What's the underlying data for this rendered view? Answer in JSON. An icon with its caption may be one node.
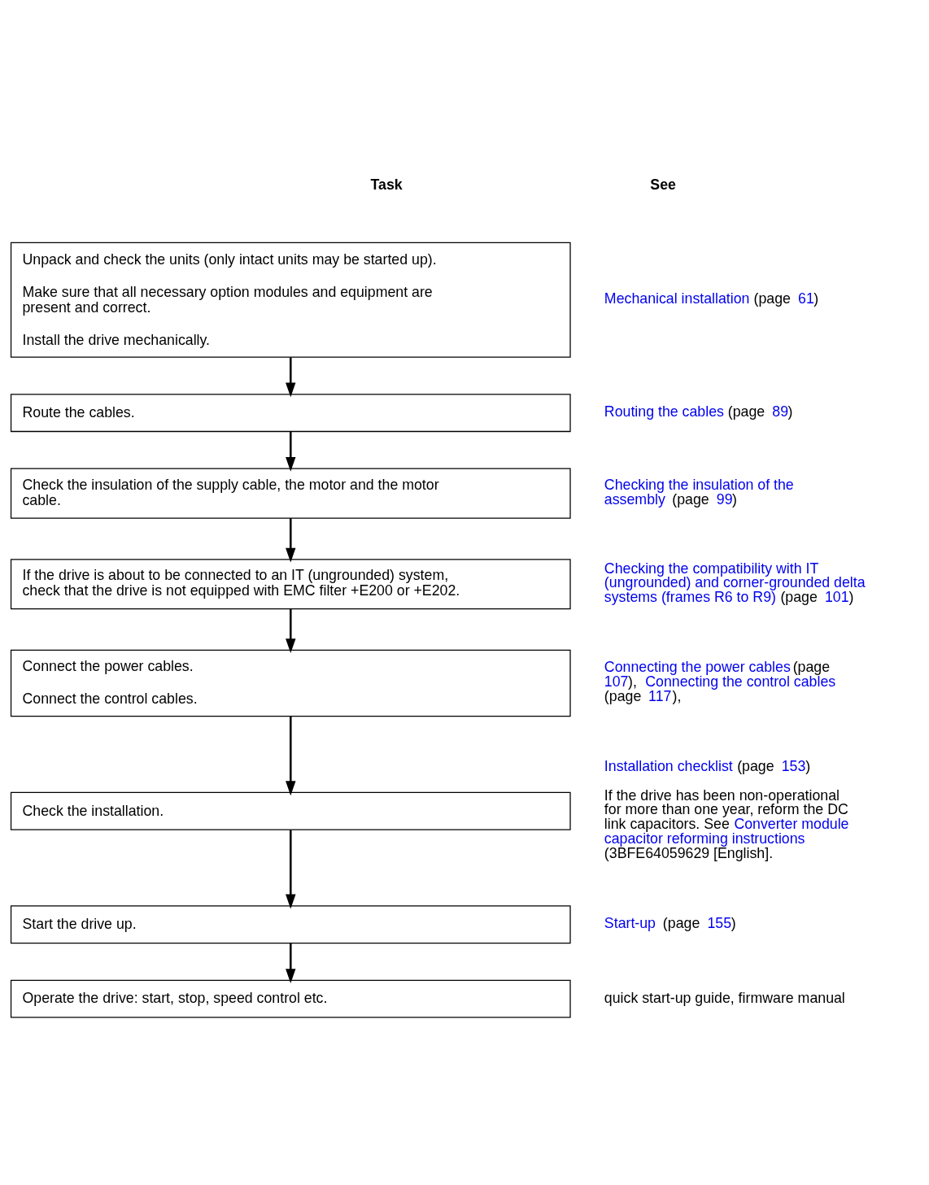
{
  "diagram": {
    "nodes": [
      {
        "text": [
          "Unpack and check the units (only intact units may be started up).",
          "Make sure that all necessary option modules and equipment are present and correct.",
          "Install the drive mechanically."
        ],
        "beside": [
          "*Mechanical installation* (page *61*)"
        ]
      },
      {
        "text": [
          "Route the cables."
        ],
        "beside": [
          "*Routing the cables* (page *89*)"
        ]
      },
      {
        "text": [
          "Check the insulation of the supply cable, the motor and the motor cable."
        ],
        "beside": [
          "*Checking the insulation of the assembly* (page *99*)"
        ]
      },
      {
        "text": [
          "If the drive is about to be connected to an IT (ungrounded) system, check that the drive is not equipped with EMC filter +E200 or +E202."
        ],
        "beside": [
          "*Checking the compatibility with IT (ungrounded) and corner-grounded delta systems (frames R6 to R9)* (page *101*)"
        ]
      },
      {
        "text": [
          "Connect the power cables.",
          "Connect the control cables."
        ],
        "beside": [
          "*Connecting the power cables* (page *107*), *Connecting the control cables* (page *117*),"
        ]
      },
      {
        "text": [
          "Check the installation."
        ],
        "beside": [
          "*Installation checklist* (page *153*)",
          "If the drive has been non-operational for more than one year, reform the DC link capacitors. See *Converter module capacitor reforming instructions* (3BFE64059629 [English]."
        ]
      },
      {
        "text": [
          "Start the drive up."
        ],
        "beside": [
          "*Start-up* (page *155*)"
        ]
      },
      {
        "text": [
          "Operate the drive: start, stop, speed control etc."
        ],
        "beside": [
          "quick start-up guide, firmware manual"
        ]
      }
    ],
    "edges": [
      {
        "from": 0,
        "to": 1,
        "arrow": "to"
      },
      {
        "from": 1,
        "to": 2,
        "arrow": "to"
      },
      {
        "from": 2,
        "to": 3,
        "arrow": "to"
      },
      {
        "from": 3,
        "to": 4,
        "arrow": "to"
      },
      {
        "from": 4,
        "to": 5,
        "arrow": "to"
      },
      {
        "from": 5,
        "to": 6,
        "arrow": "to"
      },
      {
        "from": 6,
        "to": 7,
        "arrow": "to"
      }
    ],
    "labels": [
      "Task",
      "See"
    ]
  }
}
